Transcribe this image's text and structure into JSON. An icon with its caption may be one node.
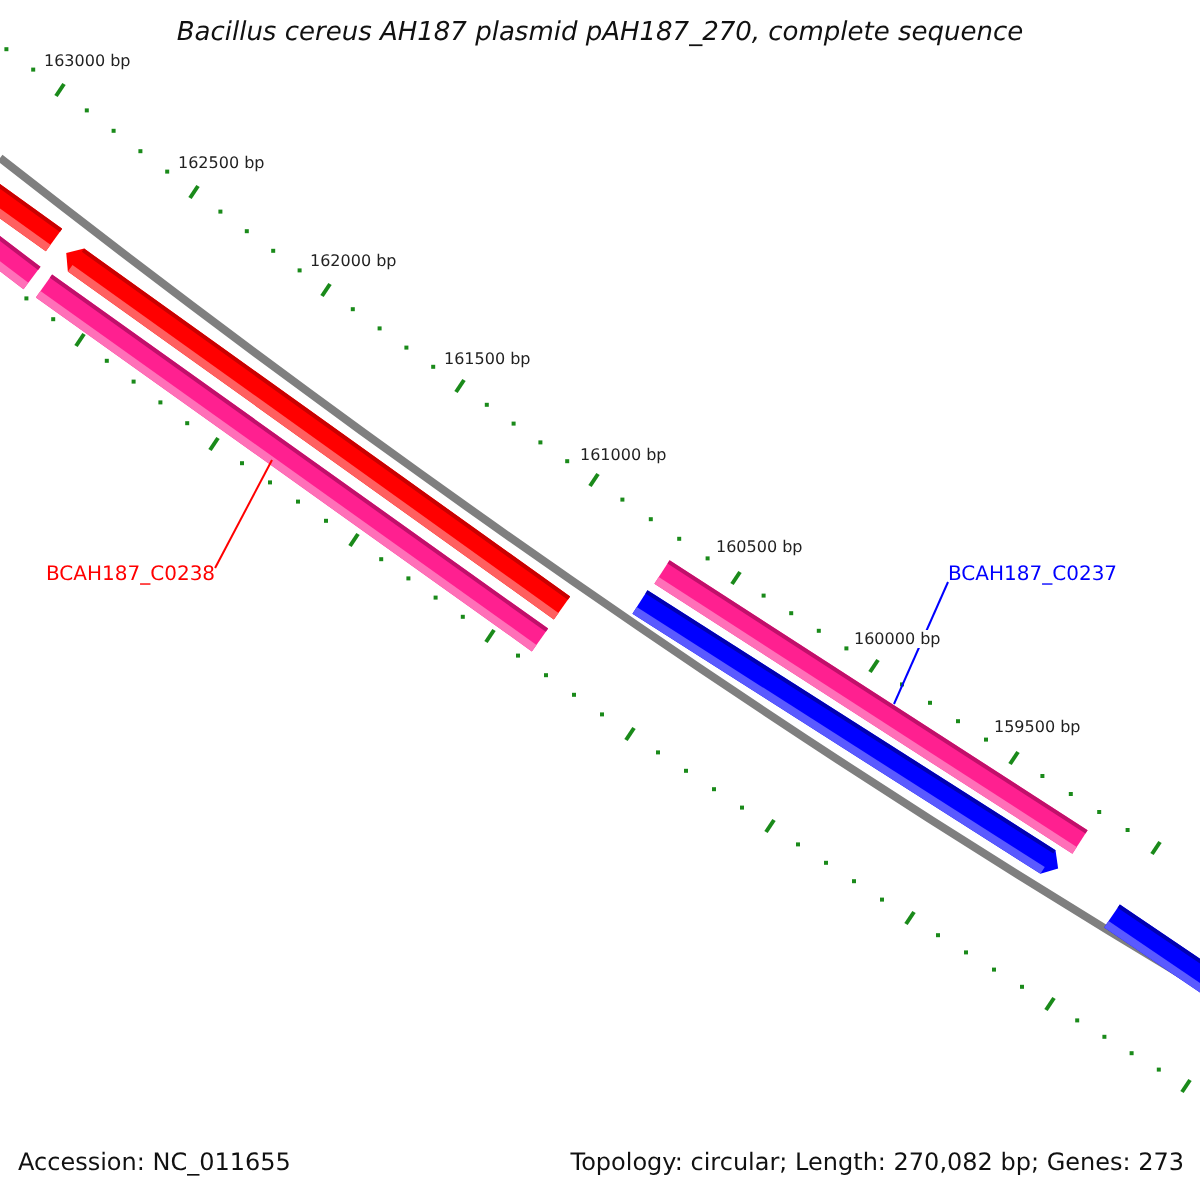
{
  "diagram": {
    "title": "Bacillus cereus AH187 plasmid pAH187_270, complete sequence",
    "nodes": [
      {
        "text": [],
        "shape": "bar"
      },
      {
        "text": [],
        "shape": "bar"
      },
      {
        "text": [],
        "shape": "bar"
      },
      {
        "text": [],
        "shape": "bar"
      },
      {
        "text": [
          "BCAH187_C0238"
        ]
      },
      {
        "text": [],
        "shape": "bar"
      },
      {
        "text": [
          "BCAH187_C0237"
        ]
      },
      {
        "text": [],
        "shape": "bar"
      },
      {
        "text": [],
        "shape": "bar"
      }
    ],
    "edges": [
      {
        "from": 4,
        "to": 3,
        "arrow": "none",
        "color": "#ff0000"
      },
      {
        "from": 6,
        "to": 5,
        "arrow": "none",
        "color": "#0000ff"
      }
    ],
    "labels": [
      "163000 bp",
      "162500 bp",
      "162000 bp",
      "161500 bp",
      "161000 bp",
      "160500 bp",
      "160000 bp",
      "159500 bp",
      "Accession: NC_011655",
      "Topology: circular; Length: 270,082 bp; Genes: 273"
    ]
  }
}
